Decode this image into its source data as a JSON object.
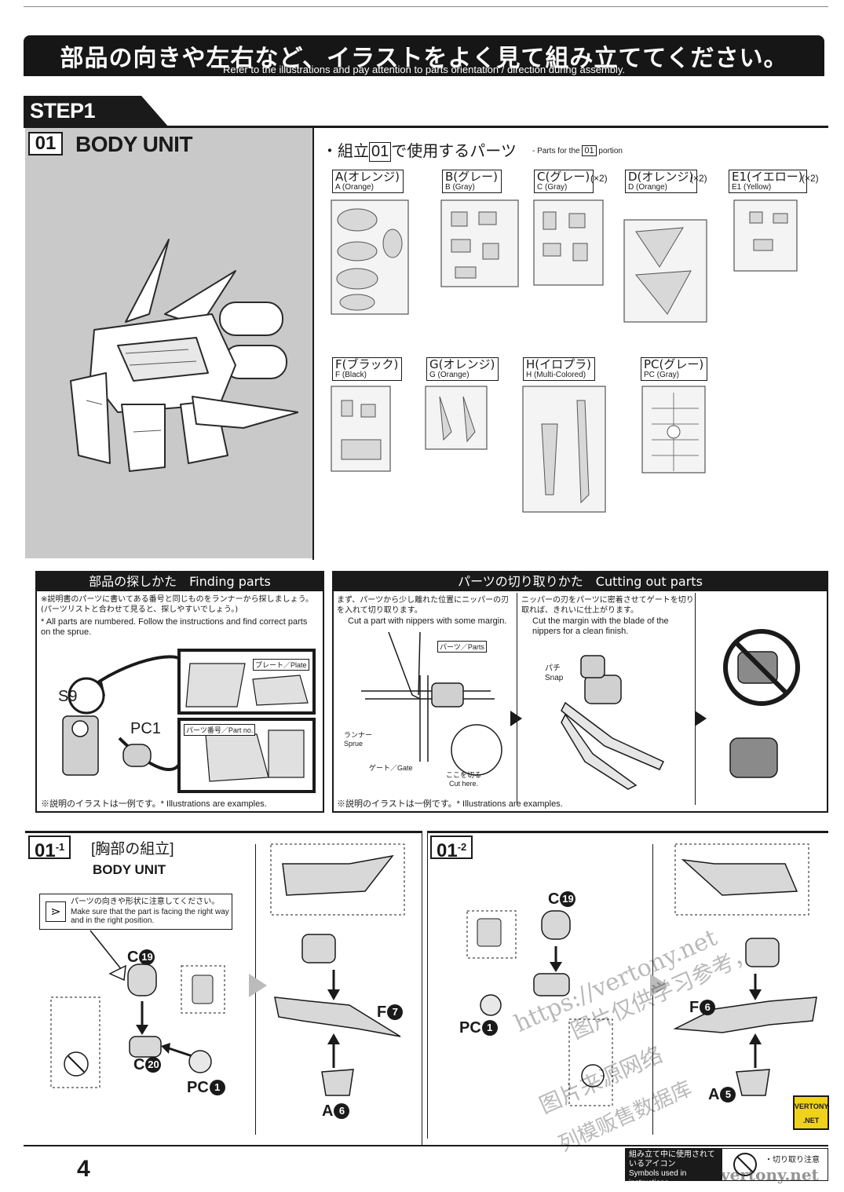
{
  "header": {
    "jp": "部品の向きや左右など、イラストをよく見て組み立ててください。",
    "en": "Refer to the illustrations and pay attention to parts orientation / direction during assembly."
  },
  "step": {
    "label": "STEP1",
    "number": "01",
    "title": "BODY UNIT"
  },
  "parts_section": {
    "heading_prefix": "・組立",
    "heading_box": "01",
    "heading_suffix": "で使用するパーツ",
    "sub_prefix": "- Parts for the",
    "sub_box": "01",
    "sub_suffix": "portion",
    "runners": [
      {
        "jp": "A(オレンジ)",
        "en": "A (Orange)",
        "qty": ""
      },
      {
        "jp": "B(グレー)",
        "en": "B (Gray)",
        "qty": ""
      },
      {
        "jp": "C(グレー)",
        "en": "C (Gray)",
        "qty": "(×2)"
      },
      {
        "jp": "D(オレンジ)",
        "en": "D (Orange)",
        "qty": "(×2)"
      },
      {
        "jp": "E1(イエロー)",
        "en": "E1 (Yellow)",
        "qty": "(×2)"
      },
      {
        "jp": "F(ブラック)",
        "en": "F (Black)",
        "qty": ""
      },
      {
        "jp": "G(オレンジ)",
        "en": "G (Orange)",
        "qty": ""
      },
      {
        "jp": "H(イロプラ)",
        "en": "H (Multi-Colored)",
        "qty": ""
      },
      {
        "jp": "PC(グレー)",
        "en": "PC (Gray)",
        "qty": ""
      }
    ]
  },
  "finding_parts": {
    "title": "部品の探しかた　Finding parts",
    "jp_note": "※説明書のパーツに書いてある番号と同じものをランナーから探しましょう。(パーツリストと合わせて見ると、探しやすいでしょう。)",
    "en_note": "* All parts are numbered. Follow the instructions and find correct parts on the sprue.",
    "label_s9": "S9",
    "label_pc1": "PC1",
    "plate_label": "プレート／Plate",
    "partno_label": "パーツ番号／Part no.",
    "footer": "※説明のイラストは一例です。* Illustrations are examples."
  },
  "cutting_parts": {
    "title": "パーツの切り取りかた　Cutting out parts",
    "step1_jp": "まず、パーツから少し離れた位置にニッパーの刃を入れて切り取ります。",
    "step1_en": "Cut a part with nippers with some margin.",
    "step2_jp": "ニッパーの刃をパーツに密着させてゲートを切り取れば、きれいに仕上がります。",
    "step2_en": "Cut the margin with the blade of the nippers for a clean finish.",
    "parts_label": "パーツ／Parts",
    "runner_label_jp": "ランナー",
    "runner_label_en": "Sprue",
    "gate_label": "ゲート／Gate",
    "cut_here_jp": "ここを切る",
    "cut_here_en": "Cut here.",
    "snap_jp": "パチ",
    "snap_en": "Snap",
    "footer": "※説明のイラストは一例です。* Illustrations are examples."
  },
  "substep1": {
    "number": "01",
    "sub": "-1",
    "title_jp": "[胸部の組立]",
    "title_en": "BODY UNIT",
    "notice_jp": "パーツの向きや形状に注意してください。",
    "notice_en": "Make sure that the part is facing the right way and in the right position.",
    "parts": [
      "C",
      "19",
      "C",
      "20",
      "PC",
      "1",
      "F",
      "7",
      "A",
      "6"
    ]
  },
  "substep2": {
    "number": "01",
    "sub": "-2",
    "parts": [
      "C",
      "19",
      "PC",
      "1",
      "F",
      "6",
      "A",
      "5"
    ]
  },
  "watermark": {
    "url": "https://vertony.net",
    "cn1": "图片仅供学习参考，",
    "cn2": "图片来源网络",
    "cn3": "列模贩售数据库",
    "badge": "VERTONY .NET",
    "footer_wm": "vertony.net"
  },
  "footer": {
    "page": "4",
    "icons_jp": "組み立て中に使用されているアイコン",
    "icons_en": "Symbols used in instructions",
    "cut_note": "・切り取り注意"
  }
}
